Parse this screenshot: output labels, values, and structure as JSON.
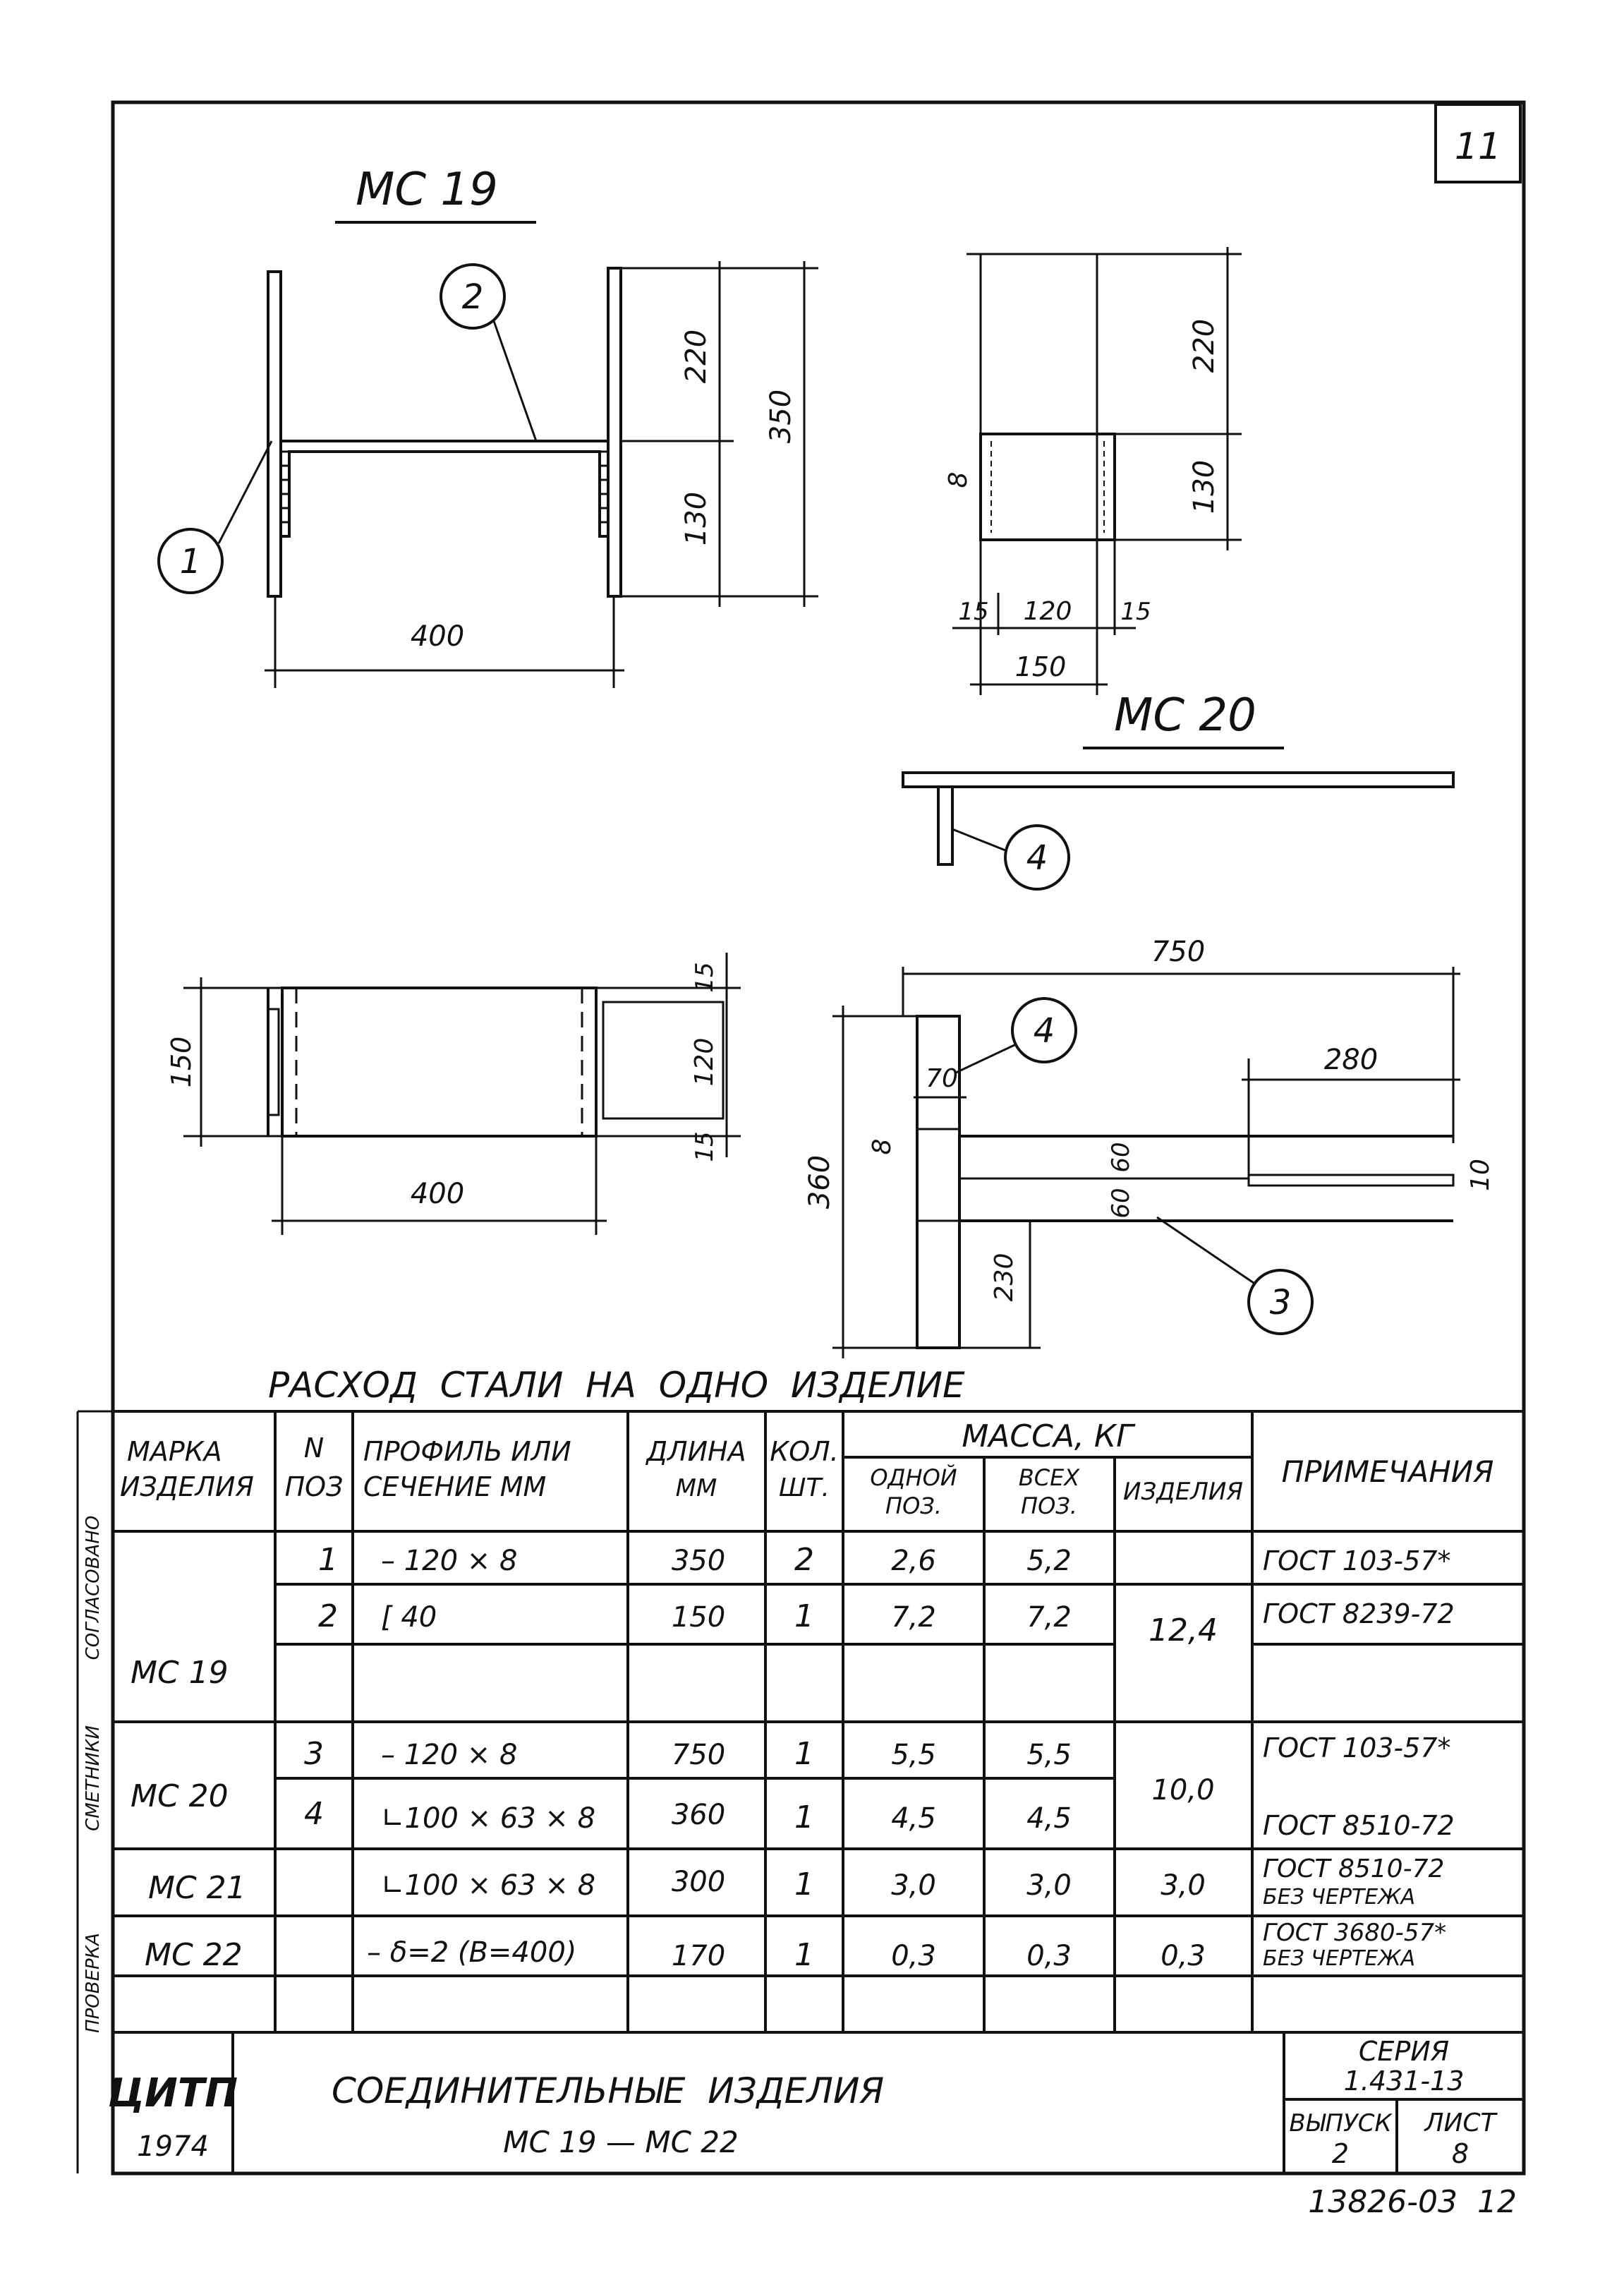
{
  "sheet": {
    "page_number": "11",
    "footer_code": "13826-03  12"
  },
  "drawing": {
    "mc19_title": "МС 19",
    "mc20_title": "МС 20",
    "dims": {
      "d220a": "220",
      "d350": "350",
      "d130a": "130",
      "d400a": "400",
      "d220b": "220",
      "d130b": "130",
      "d8a": "8",
      "d15a": "15",
      "d120a": "120",
      "d15b": "15",
      "d150a": "150",
      "d150b": "150",
      "d15c": "15",
      "d120b": "120",
      "d15d": "15",
      "d400b": "400",
      "d750": "750",
      "d70": "70",
      "d280": "280",
      "d360": "360",
      "d8b": "8",
      "d60a": "60",
      "d60b": "60",
      "d10": "10",
      "d230": "230"
    },
    "callouts": {
      "c1": "1",
      "c2": "2",
      "c3": "3",
      "c4a": "4",
      "c4b": "4"
    }
  },
  "table": {
    "title": "РАСХОД  СТАЛИ  НА  ОДНО  ИЗДЕЛИЕ",
    "headers": {
      "mark_1": "МАРКА",
      "mark_2": "ИЗДЕЛИЯ",
      "pos_1": "N",
      "pos_2": "ПОЗ",
      "profile_1": "ПРОФИЛЬ ИЛИ",
      "profile_2": "СЕЧЕНИЕ ММ",
      "length_1": "ДЛИНА",
      "length_2": "ММ",
      "qty_1": "КОЛ.",
      "qty_2": "ШТ.",
      "mass": "МАССА, КГ",
      "one_1": "ОДНОЙ",
      "one_2": "ПОЗ.",
      "all_1": "ВСЕХ",
      "all_2": "ПОЗ.",
      "item": "ИЗДЕЛИЯ",
      "notes": "ПРИМЕЧАНИЯ"
    },
    "rows": [
      {
        "pos": "1",
        "profile": "– 120 × 8",
        "length": "350",
        "qty": "2",
        "one": "2,6",
        "all": "5,2",
        "note": "ГОСТ 103-57*"
      },
      {
        "pos": "2",
        "profile": "[ 40",
        "length": "150",
        "qty": "1",
        "one": "7,2",
        "all": "7,2",
        "note": "ГОСТ 8239-72"
      },
      {
        "pos": "3",
        "profile": "– 120 × 8",
        "length": "750",
        "qty": "1",
        "one": "5,5",
        "all": "5,5",
        "note": "ГОСТ 103-57*"
      },
      {
        "pos": "4",
        "profile": "∟100 × 63 × 8",
        "length": "360",
        "qty": "1",
        "one": "4,5",
        "all": "4,5",
        "note": "ГОСТ 8510-72"
      },
      {
        "pos": "",
        "profile": "∟100 × 63 × 8",
        "length": "300",
        "qty": "1",
        "one": "3,0",
        "all": "3,0",
        "note": "ГОСТ 8510-72",
        "note2": "БЕЗ ЧЕРТЕЖА"
      },
      {
        "pos": "",
        "profile": "– δ=2 (В=400)",
        "length": "170",
        "qty": "1",
        "one": "0,3",
        "all": "0,3",
        "note": "ГОСТ 3680-57*",
        "note2": "БЕЗ ЧЕРТЕЖА"
      }
    ],
    "marks": {
      "mc19": "МС 19",
      "mc20": "МС 20",
      "mc21": "МС 21",
      "mc22": "МС 22"
    },
    "totals": {
      "mc19": "12,4",
      "mc20": "10,0",
      "mc21": "3,0",
      "mc22": "0,3"
    }
  },
  "titleblock": {
    "logo": "ЦИТП",
    "year": "1974",
    "title": "СОЕДИНИТЕЛЬНЫЕ  ИЗДЕЛИЯ",
    "subtitle": "МС 19 — МС 22",
    "series_label": "СЕРИЯ",
    "series": "1.431-13",
    "issue_label": "ВЫПУСК",
    "issue": "2",
    "sheet_label": "ЛИСТ",
    "sheet": "8"
  },
  "side_stamp": {
    "top": "СОГЛАСОВАНО",
    "mid": "СМЕТНИКИ",
    "bottom": "ПРОВЕРКА"
  }
}
